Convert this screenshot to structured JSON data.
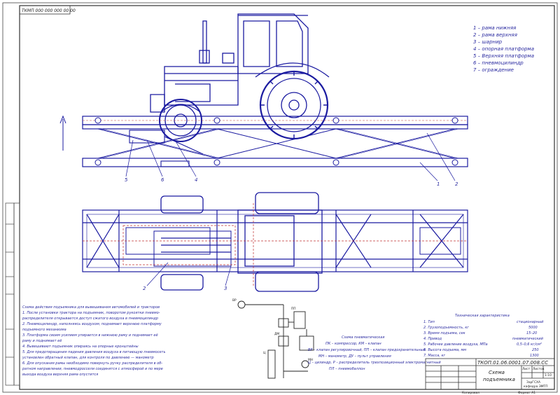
{
  "stamp_top": "ТКМП 000 000 000 00 00",
  "legend": [
    "1 – рама нижняя",
    "2 – рама верхняя",
    "3 – шарнир",
    "4 – опорная платформа",
    "5 – Верхняя платформа",
    "6 – пневмоцилиндр",
    "7 – ограждение"
  ],
  "callouts": [
    "5",
    "6",
    "4",
    "1",
    "2",
    "3",
    "2"
  ],
  "action_title": "Схема действия подъемника для вывешивания автомобилей и тракторов",
  "action_steps": [
    "1. После установки трактора на подъемник, поворотом рукоятки пневмо-",
    "распределителя открывается доступ сжатого воздуха в пневмоцилиндр",
    "2. Пневмоцилиндр, наполняясь воздухом, поднимает верхнюю платформу",
    "подъемного механизма",
    "3. Платформа своим усилием упирается в нижнюю раму и поднимает её",
    "раму и поднимает её",
    "4. Вывешивают подъемник опираясь на опорные кронштейны",
    "5. Для предотвращения падения давления воздуха в питающую пневмосеть",
    "установлен обратный клапан, для контроля по давлению — манометр",
    "6. Для опускания рамы необходимо повернуть ручку распределителя в об-",
    "ратном направлении, пневмодроссели соединятся с атмосферой и по мере",
    "выхода воздуха верхняя рама опустится"
  ],
  "pneumo_title": "Схема пневматическая",
  "pneumo_lines": [
    "ПК – компрессор, КМ – клапан",
    "ВР – клапан регулировочный, ПП – клапан предохранительный",
    "МН – манометр, ДУ – пульт управления",
    "Ц – цилиндр, Р – распределитель трехпозиционный электромагнитный",
    "ПЛ – пневмобаллон"
  ],
  "pneumo_marks": [
    "ВР",
    "ПП",
    "ДМ",
    "МН",
    "Ц"
  ],
  "specs_title": "Техническая характеристика",
  "specs": [
    {
      "label": "1. Тип",
      "value": "стационарный"
    },
    {
      "label": "2. Грузоподъемность, кг",
      "value": "5000"
    },
    {
      "label": "3. Время подъема, сек",
      "value": "15–20"
    },
    {
      "label": "4. Привод",
      "value": "пневматический"
    },
    {
      "label": "5. Рабочее давление воздуха, МПа",
      "value": "0,5–0,6 кг/см²"
    },
    {
      "label": "6. Высота подъема, мм",
      "value": "250"
    },
    {
      "label": "7. Масса, кг",
      "value": "1300"
    }
  ],
  "title_block": {
    "doc_code": "ТКОП.01.06.0001.07.008.СС",
    "title_line1": "Схема",
    "title_line2": "подъемника",
    "sheet": "Лист",
    "sheets": "Листов",
    "scale": "1:10",
    "org_line1": "ЗарГСХА",
    "org_line2": "кафедра ЭМТП"
  },
  "bottom_note": "Копировал",
  "bottom_format": "Формат А1"
}
